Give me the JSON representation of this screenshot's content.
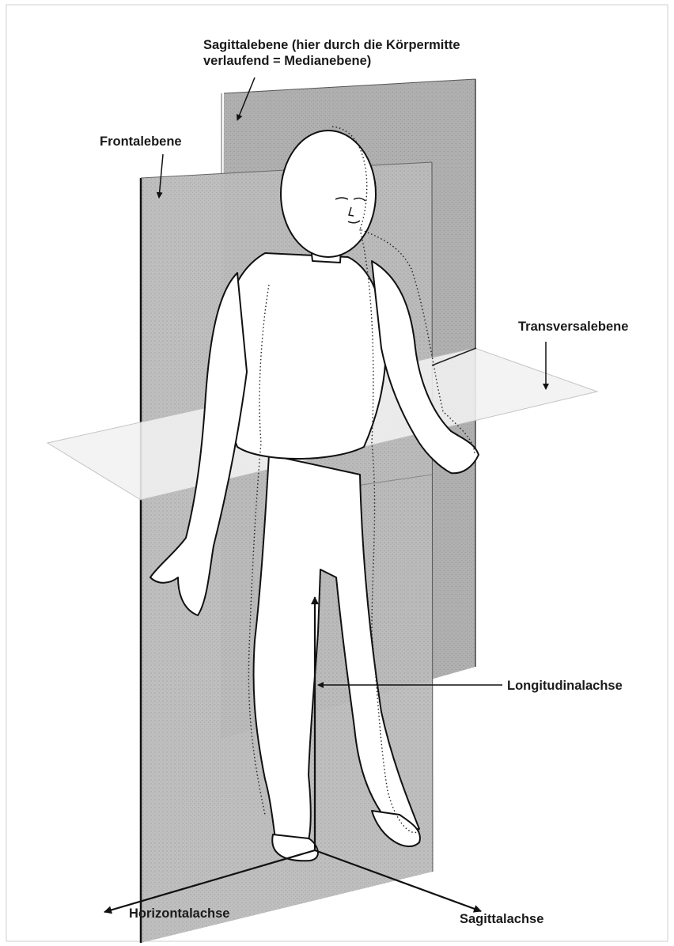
{
  "labels": {
    "sagittal_plane_line1": "Sagittalebene (hier durch die Körpermitte",
    "sagittal_plane_line2": "verlaufend = Medianebene)",
    "frontal_plane": "Frontalebene",
    "transversal_plane": "Transversalebene",
    "longitudinal_axis": "Longitudinalachse",
    "horizontal_axis": "Horizontalachse",
    "sagittal_axis": "Sagittalachse"
  },
  "colors": {
    "plane_fill": "#b4b4b4",
    "plane_dark": "#9a9a9a",
    "transversal_fill": "#f1f1f1",
    "outline": "#111111",
    "background": "#ffffff"
  }
}
